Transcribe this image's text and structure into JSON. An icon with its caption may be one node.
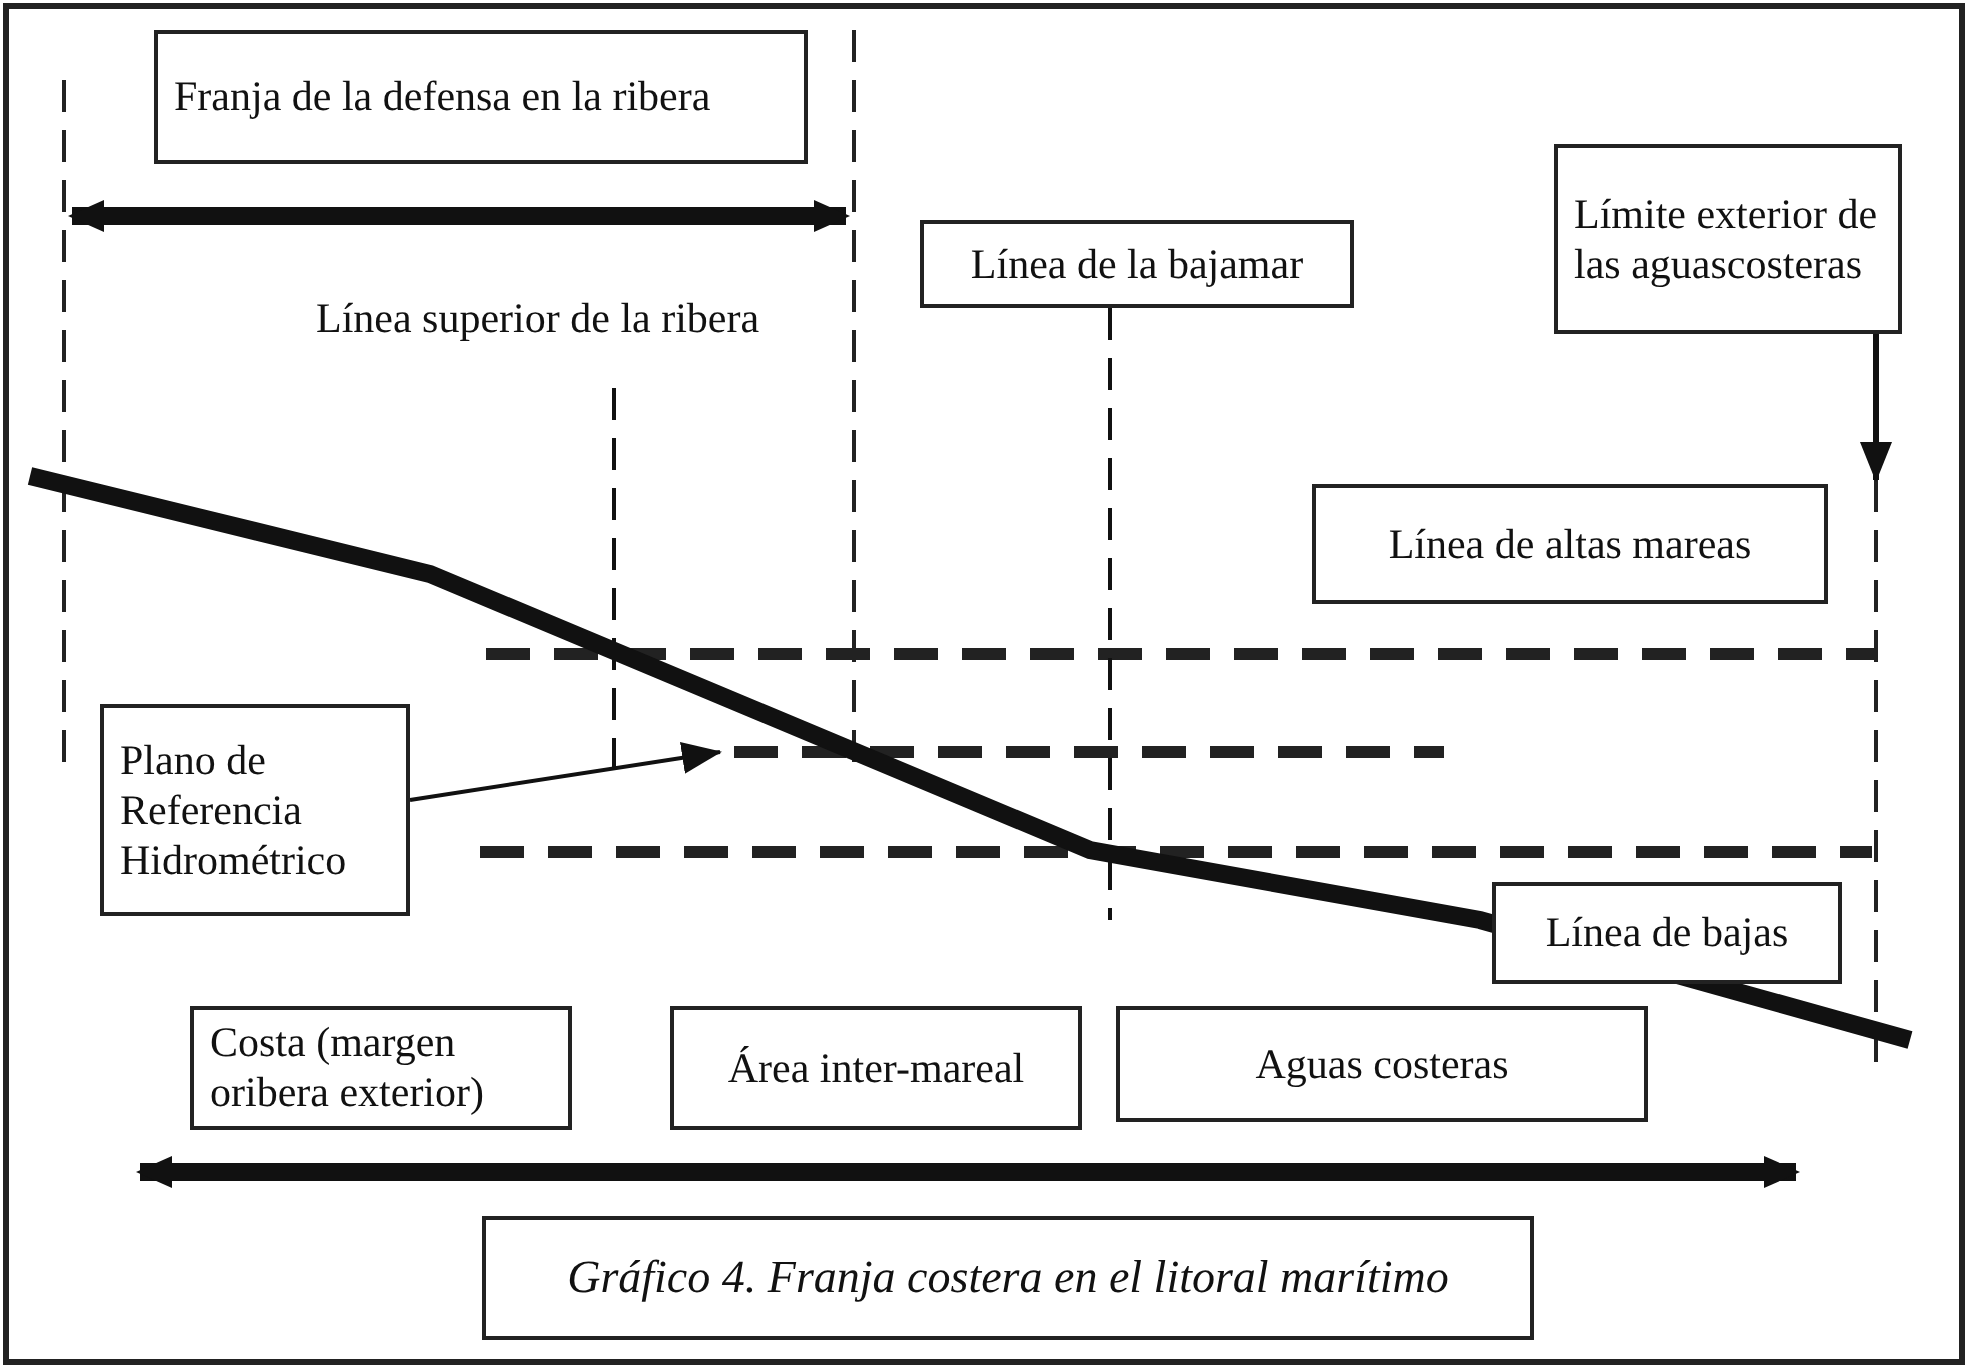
{
  "diagram": {
    "caption": "Gráfico 4. Franja costera en el litoral marítimo",
    "nodes": [
      {
        "text": [
          "Franja de la defensa en la ribera"
        ]
      },
      {
        "text": [
          "Línea superior de la ribera"
        ]
      },
      {
        "text": [
          "Línea de la bajamar"
        ]
      },
      {
        "text": [
          "Límite exterior de las aguascosteras"
        ]
      },
      {
        "text": [
          "Línea de altas mareas"
        ]
      },
      {
        "text": [
          "Plano de Referencia Hidrométrico"
        ]
      },
      {
        "text": [
          "Línea de bajas"
        ]
      },
      {
        "text": [
          "Costa (margen oribera exterior)"
        ]
      },
      {
        "text": [
          "Área inter-mareal"
        ]
      },
      {
        "text": [
          "Aguas costeras"
        ]
      },
      {
        "text": [],
        "shape": "line"
      }
    ],
    "edges": [
      {
        "from": 3,
        "to": 10,
        "arrow": "to"
      },
      {
        "from": 5,
        "to": null,
        "arrow": "to"
      },
      {
        "from": 1,
        "to": null,
        "arrow": "none",
        "style": "dashed"
      },
      {
        "from": 2,
        "to": null,
        "arrow": "none",
        "style": "dashed"
      }
    ]
  }
}
